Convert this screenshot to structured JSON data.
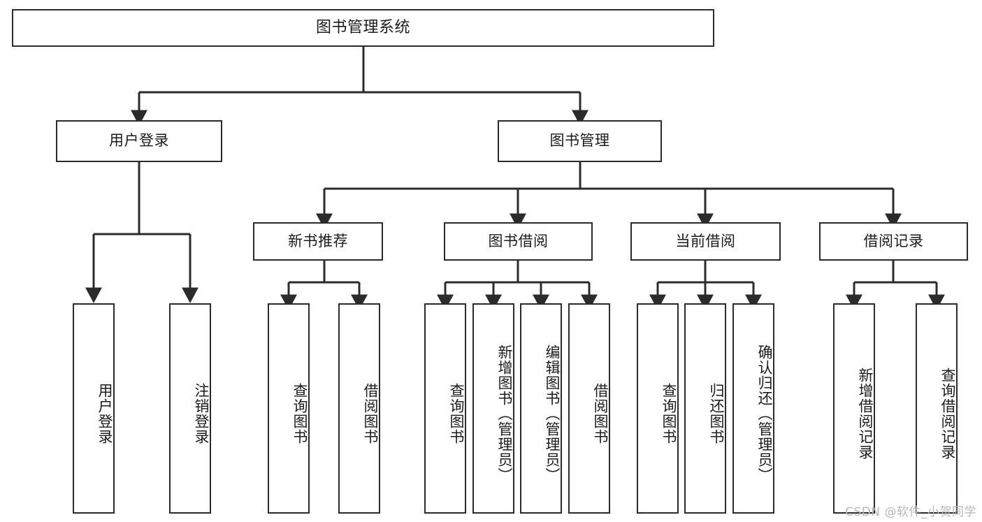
{
  "diagram": {
    "title": "图书管理系统",
    "type": "tree-hierarchy",
    "root": {
      "label": "图书管理系统"
    },
    "level2": [
      {
        "label": "用户登录"
      },
      {
        "label": "图书管理"
      }
    ],
    "level3": [
      {
        "label": "新书推荐"
      },
      {
        "label": "图书借阅"
      },
      {
        "label": "当前借阅"
      },
      {
        "label": "借阅记录"
      }
    ],
    "leaves": {
      "user_login": [
        {
          "label": "用户登录"
        },
        {
          "label": "注销登录"
        }
      ],
      "new_book_recommend": [
        {
          "label": "查询图书"
        },
        {
          "label": "借阅图书"
        }
      ],
      "book_borrow": [
        {
          "label": "查询图书"
        },
        {
          "label": "新增图书（管理员）"
        },
        {
          "label": "编辑图书（管理员）"
        },
        {
          "label": "借阅图书"
        }
      ],
      "current_borrow": [
        {
          "label": "查询图书"
        },
        {
          "label": "归还图书"
        },
        {
          "label": "确认归还（管理员）"
        }
      ],
      "borrow_record": [
        {
          "label": "新增借阅记录"
        },
        {
          "label": "查询借阅记录"
        }
      ]
    }
  },
  "watermark": {
    "text": "CSDN @软件_小贺同学"
  },
  "colors": {
    "stroke": "#2b2b2b",
    "background": "#ffffff",
    "text": "#1b1b1b",
    "watermark": "#b7b7b7"
  }
}
